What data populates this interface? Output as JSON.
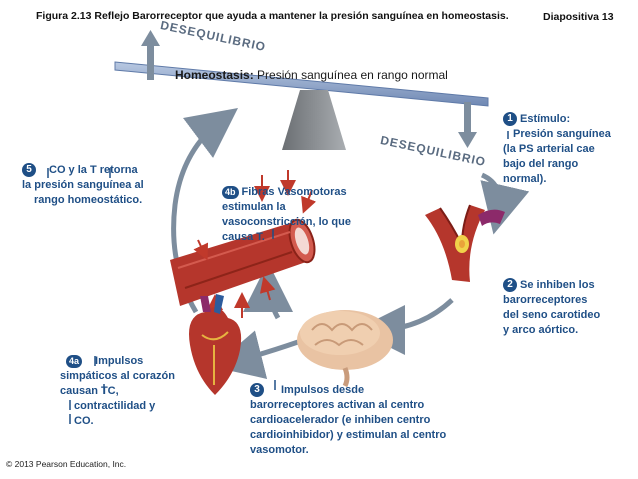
{
  "header": {
    "figure_title": "Figura 2.13  Reflejo Barorreceptor que ayuda a mantener la presión sanguínea en homeostasis.",
    "slide_number": "Diapositiva 13"
  },
  "seesaw": {
    "homeostasis_label": "Homeostasis:",
    "homeostasis_text": "Presión sanguínea en rango normal",
    "imbalance_top": "DESEQUILIBRIO",
    "imbalance_bottom": "DESEQUILIBRIO"
  },
  "steps": {
    "step1": {
      "number": "1",
      "title": "Estímulo:",
      "lines": [
        "Presión sanguínea",
        "(la PS arterial cae",
        "bajo del rango",
        "normal)."
      ]
    },
    "step2": {
      "number": "2",
      "lines": [
        "Se inhiben los",
        "barorreceptores",
        "del seno carotideo",
        "y  arco aórtico."
      ]
    },
    "step3": {
      "number": "3",
      "lines": [
        "Impulsos desde",
        "barorreceptores activan al centro",
        "cardioacelerador (e inhiben centro",
        "cardioinhibidor) y estimulan al centro",
        "vasomotor."
      ]
    },
    "step4a": {
      "number": "4a",
      "lines": [
        "Impulsos",
        "simpáticos al corazón",
        "causan    TC,",
        "contractilidad y",
        "CO."
      ]
    },
    "step4b": {
      "number": "4b",
      "lines": [
        "Fibras Vasomotoras",
        "estimulan la",
        "vasoconstricción, lo que",
        "causa         T."
      ]
    },
    "step5": {
      "number": "5",
      "lines": [
        "CO y la     T retorna",
        "la presión sanguínea al",
        "rango homeostático."
      ]
    }
  },
  "footer": {
    "copyright": "© 2013 Pearson Education, Inc."
  },
  "colors": {
    "accent_blue": "#1f4f86",
    "arrow_gray": "#7d8d9e",
    "beam": "#8fa6c9",
    "muscle": "#b5362c"
  }
}
